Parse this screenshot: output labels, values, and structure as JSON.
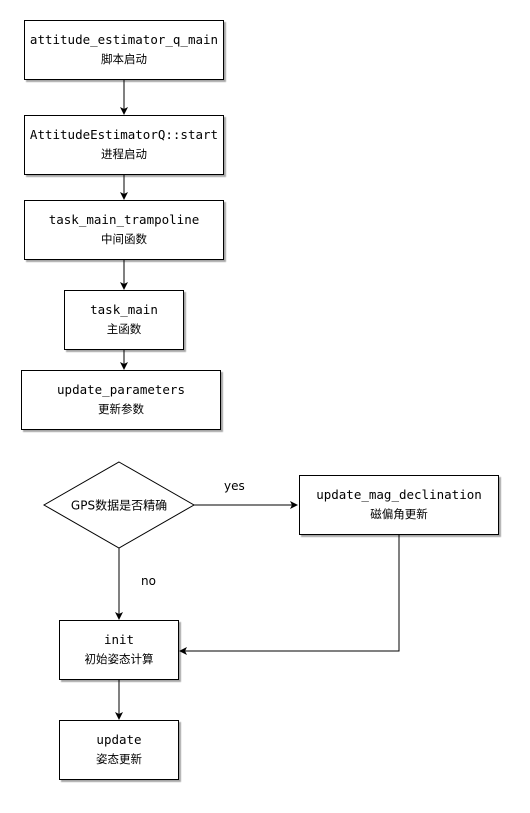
{
  "nodes": {
    "n1": {
      "code": "attitude_estimator_q_main",
      "desc": "脚本启动"
    },
    "n2": {
      "code": "AttitudeEstimatorQ::start",
      "desc": "进程启动"
    },
    "n3": {
      "code": "task_main_trampoline",
      "desc": "中间函数"
    },
    "n4": {
      "code": "task_main",
      "desc": "主函数"
    },
    "n5": {
      "code": "update_parameters",
      "desc": "更新参数"
    },
    "decision": {
      "text": "GPS数据是否精确"
    },
    "n6": {
      "code": "update_mag_declination",
      "desc": "磁偏角更新"
    },
    "n7": {
      "code": "init",
      "desc": "初始姿态计算"
    },
    "n8": {
      "code": "update",
      "desc": "姿态更新"
    }
  },
  "edges": {
    "yes_label": "yes",
    "no_label": "no"
  }
}
